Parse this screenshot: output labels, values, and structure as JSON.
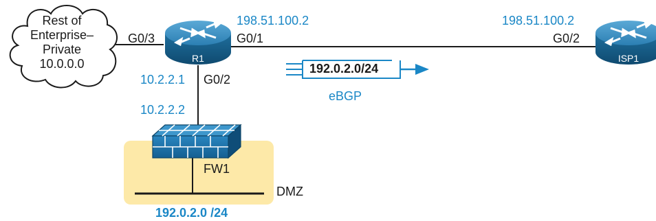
{
  "cloud": {
    "line1": "Rest of",
    "line2": "Enterprise–",
    "line3": "Private",
    "line4": "10.0.0.0"
  },
  "r1": {
    "name": "R1",
    "g03_label": "G0/3",
    "g01_label": "G0/1",
    "g01_ip": "198.51.100.2",
    "g02_label": "G0/2",
    "g02_ip": "10.2.2.1"
  },
  "isp1": {
    "name": "ISP1",
    "g02_label": "G0/2",
    "g02_ip": "198.51.100.2"
  },
  "fw1": {
    "name": "FW1",
    "ip": "10.2.2.2"
  },
  "advertisement": {
    "prefix": "192.0.2.0/24",
    "protocol": "eBGP"
  },
  "dmz": {
    "label": "DMZ",
    "subnet": "192.0.2.0 /24"
  },
  "colors": {
    "accent_blue": "#1a87c6",
    "router_blue": "#1d6d9c",
    "dmz_fill": "#fde9a8",
    "line": "#1a1a1a"
  }
}
